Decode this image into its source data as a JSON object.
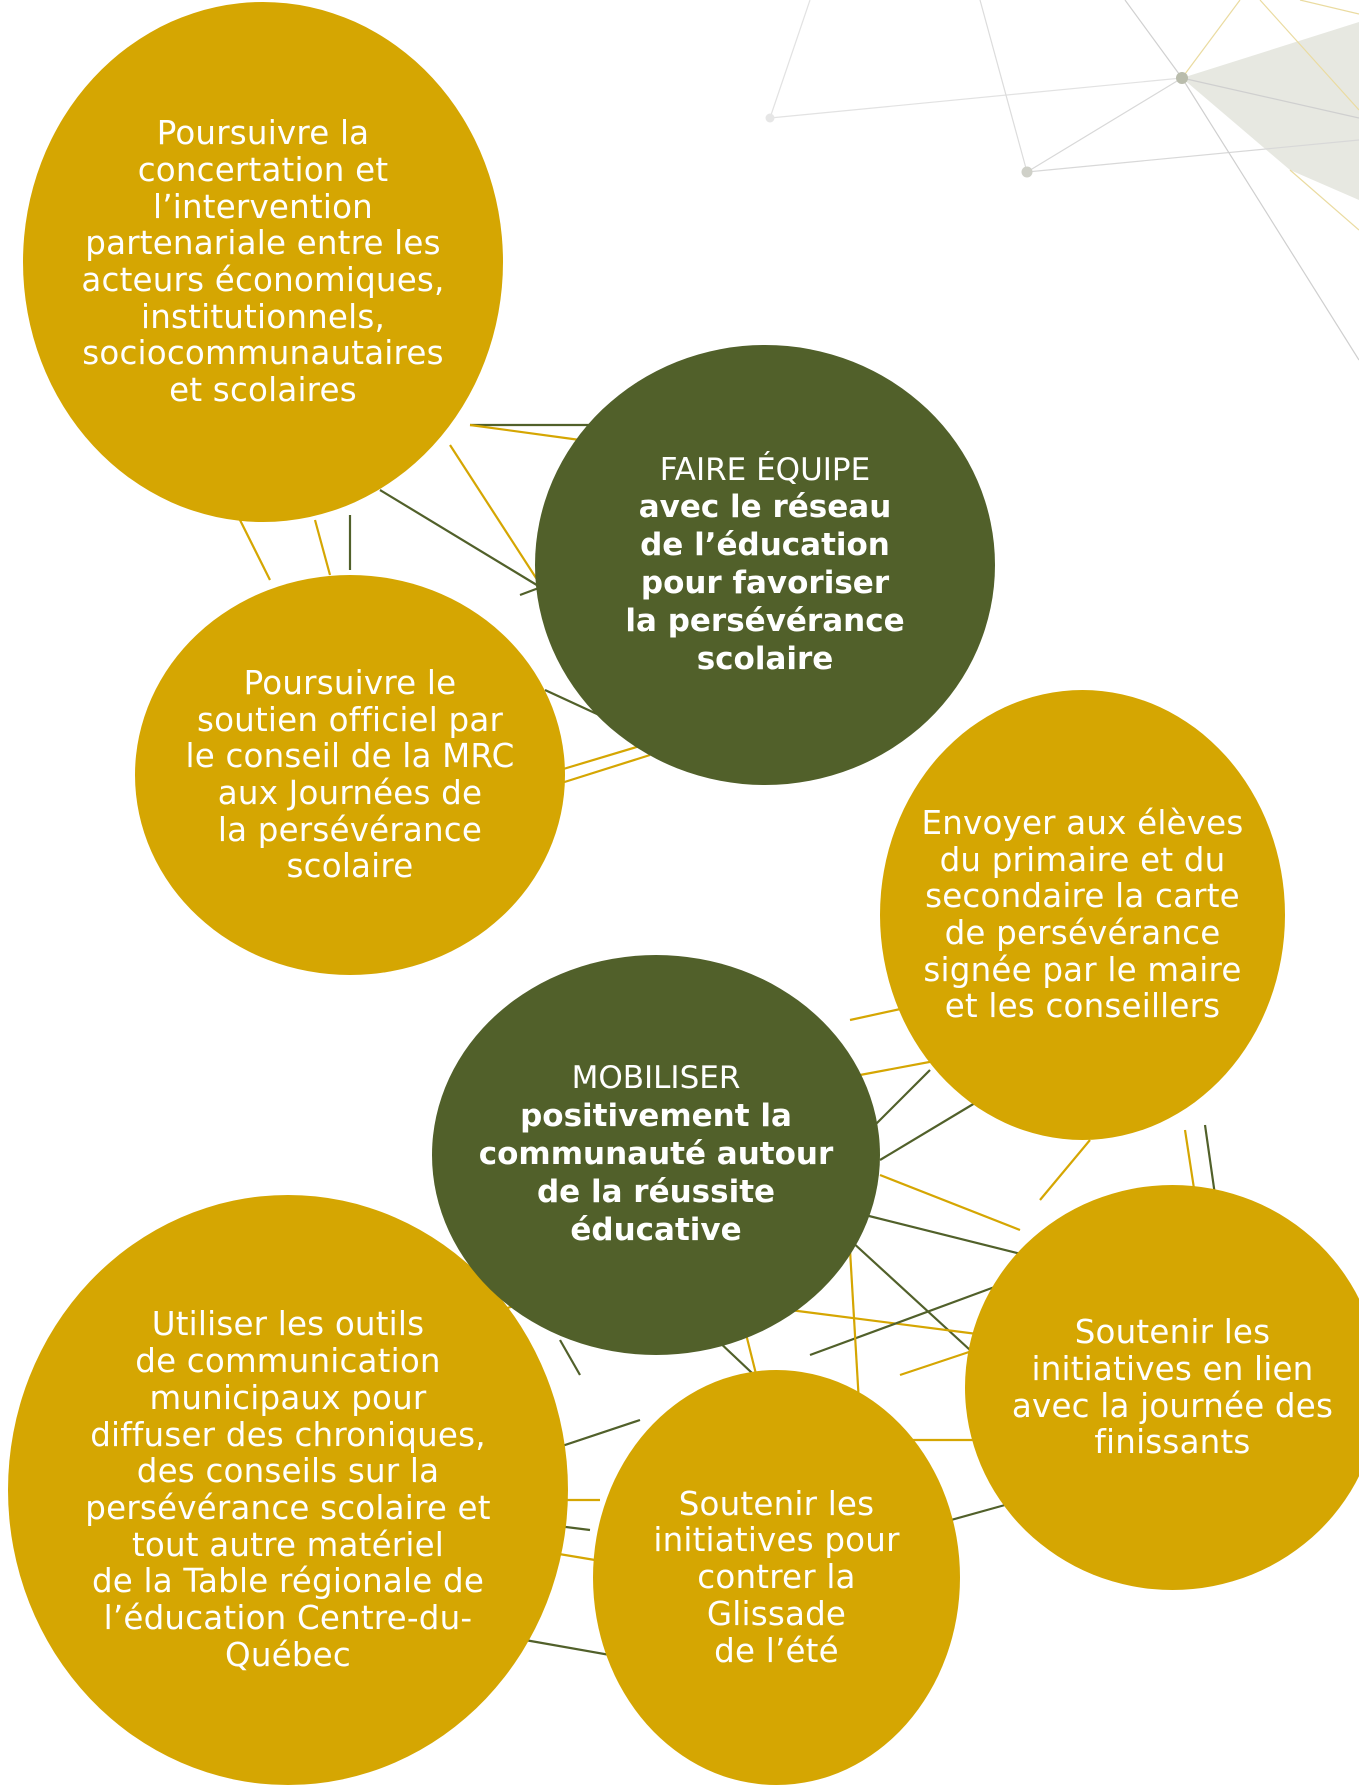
{
  "colors": {
    "gold": "#d5a602",
    "green": "#51602a",
    "text": "#ffffff"
  },
  "themes": {
    "team": {
      "heading": "FAIRE ÉQUIPE",
      "body": "avec le réseau\nde l’éducation\npour favoriser\nla persévérance\nscolaire"
    },
    "mobilize": {
      "heading": "MOBILISER",
      "body": "positivement la\ncommunauté autour\nde la réussite\néducative"
    }
  },
  "actions": {
    "concertation": "Poursuivre la\nconcertation et\nl’intervention\npartenariale entre les\nacteurs économiques,\ninstitutionnels,\nsociocommunautaires\net scolaires",
    "official_support": "Poursuivre le\nsoutien officiel par\nle conseil de la MRC\naux Journées de\nla persévérance\nscolaire",
    "card": "Envoyer aux élèves\ndu primaire et du\nsecondaire la carte\nde persévérance\nsignée par le maire\net les conseillers",
    "communication": "Utiliser les outils\nde communication\nmunicipaux pour\ndiffuser des chroniques,\ndes conseils sur la\npersévérance scolaire et\ntout autre matériel\nde la Table régionale de\nl’éducation Centre-du-\nQuébec",
    "graduates": "Soutenir les\ninitiatives en lien\navec la journée des\nfinissants",
    "summer_slide": "Soutenir les\ninitiatives pour\ncontrer la\nGlissade\nde l’été"
  }
}
